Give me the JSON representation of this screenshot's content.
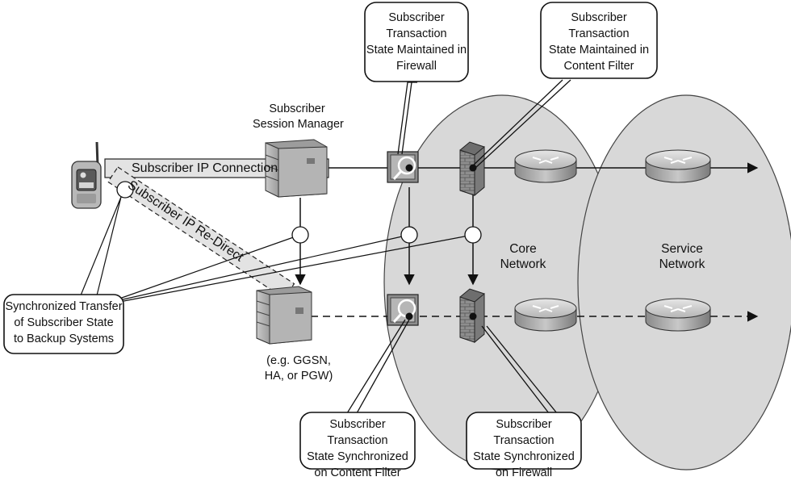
{
  "diagram": {
    "session_manager_label": [
      "Subscriber",
      "Session Manager"
    ],
    "ip_connection_label": "Subscriber IP Connection",
    "ip_redirect_label": "Subscriber IP Re-Direct",
    "core_network_label": [
      "Core",
      "Network"
    ],
    "service_network_label": [
      "Service",
      "Network"
    ],
    "backup_example_label": [
      "(e.g. GGSN,",
      "HA, or PGW)"
    ],
    "callouts": {
      "firewall_state": [
        "Subscriber Transaction",
        "State Maintained in",
        "Firewall"
      ],
      "filter_state": [
        "Subscriber Transaction",
        "State Maintained in",
        "Content Filter"
      ],
      "sync_transfer": [
        "Synchronized Transfer",
        "of Subscriber State",
        "to Backup Systems"
      ],
      "filter_sync": [
        "Subscriber Transaction",
        "State Synchronized",
        "on Content Filter"
      ],
      "firewall_sync": [
        "Subscriber Transaction",
        "State Synchronized",
        "on Firewall"
      ]
    }
  }
}
